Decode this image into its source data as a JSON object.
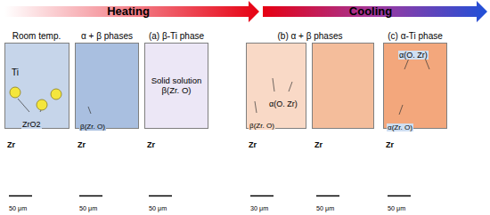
{
  "diagram": {
    "nodes": [
      {
        "text": [
          "Heating"
        ]
      },
      {
        "text": [
          "Cooling"
        ]
      },
      {
        "text": [
          "Ti",
          "ZrO2"
        ]
      },
      {
        "text": [
          "β(Zr. O)"
        ]
      },
      {
        "text": [
          "Solid solution β(Zr. O)"
        ]
      },
      {
        "text": [
          "α(O. Zr)",
          "β(Zr. O)"
        ]
      },
      {
        "text": [
          "α(O. Zr)",
          "α(Zr. O)"
        ]
      },
      {
        "text": [
          "Zr",
          "50 μm"
        ]
      },
      {
        "text": [
          "Zr",
          "50 μm"
        ]
      },
      {
        "text": [
          "Zr",
          "50 μm"
        ]
      },
      {
        "text": [
          "Zr",
          "30 μm"
        ]
      },
      {
        "text": [
          "Zr",
          "50 μm"
        ]
      },
      {
        "text": [
          "Zr",
          "50 μm"
        ]
      }
    ],
    "labels": [
      "Room temp.",
      "α + β phases",
      "(a) β-Ti phase",
      "(b) α + β phases",
      "(c) α-Ti phase"
    ]
  }
}
